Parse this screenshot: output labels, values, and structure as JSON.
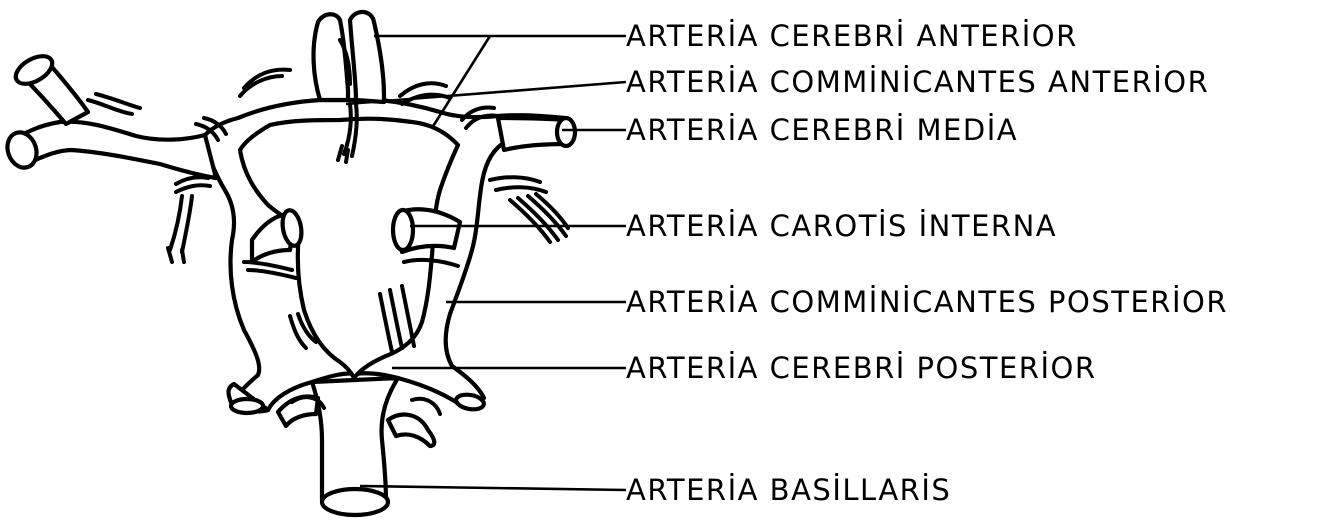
{
  "labels": [
    "ARTERİA CEREBRİ ANTERİOR",
    "ARTERİA COMMİNİCANTES ANTERİOR",
    "ARTERİA CEREBRİ MEDİA",
    "ARTERİA CAROTİS İNTERNA",
    "ARTERİA COMMİNİCANTES POSTERİOR",
    "ARTERİA CEREBRİ POSTERİOR",
    "ARTERİA BASİLLARİS"
  ],
  "colors": {
    "ink": "#000000",
    "background": "#ffffff"
  }
}
